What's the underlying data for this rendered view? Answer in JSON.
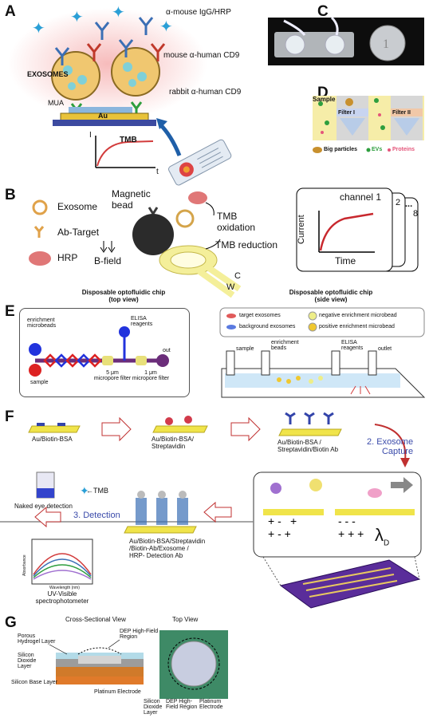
{
  "panels": {
    "A": "A",
    "B": "B",
    "C": "C",
    "D": "D",
    "E": "E",
    "F": "F",
    "G": "G"
  },
  "panel_a": {
    "antibody_labels": [
      "α-mouse IgG/HRP",
      "mouse α-human CD9",
      "rabbit α-human CD9"
    ],
    "exosomes_label": "EXOSOMES",
    "mua_label": "MUA",
    "au_label": "Au",
    "tmb_label": "TMB",
    "axis_i": "I",
    "axis_t": "t"
  },
  "panel_b": {
    "legend": [
      "Exosome",
      "Ab-Target",
      "HRP"
    ],
    "magnetic_bead": "Magnetic bead",
    "b_field": "B-field",
    "tmb_oxidation": "TMB oxidation",
    "tmb_reduction": "TMB reduction",
    "electrode_c": "C",
    "electrode_w": "W",
    "channel_title": "channel 1",
    "channel_numbers": [
      "2",
      "8"
    ],
    "ellipsis": "...",
    "current_label": "Current",
    "time_label": "Time"
  },
  "panel_d": {
    "sample": "Sample",
    "filter1": "Filter I",
    "filter2": "Filter II",
    "legend": [
      "Big particles",
      "EVs",
      "Proteins"
    ],
    "colors": {
      "big": "#c8902e",
      "evs": "#2e9e3e",
      "proteins": "#e4557a"
    }
  },
  "panel_e": {
    "top_title": "Disposable optofluidic chip\n(top view)",
    "side_title": "Disposable optofluidic chip\n(side view)",
    "enrichment": "enrichment\nmicrobeads",
    "elisa": "ELISA\nreagents",
    "out": "out",
    "sample": "sample",
    "filter5": "5 μm\nmicropore filter",
    "filter1": "1 μm\nmicropore filter",
    "legend": [
      "target exosomes",
      "background exosomes",
      "negative enrichment microbead",
      "positive enrichment microbead"
    ],
    "side_labels": [
      "sample",
      "enrichment\nbeads",
      "ELISA\nreagents",
      "outlet"
    ]
  },
  "panel_f": {
    "step1": "Au/Biotin-BSA",
    "step2": "Au/Biotin-BSA/\nStreptavidin",
    "step3": "Au/Biotin-BSA /\nStreptavidin/Biotin Ab",
    "capture": "2. Exosome\nCapture",
    "lambda": "λ",
    "lambda_sub": "D",
    "tmb": "←TMB",
    "naked": "Naked eye detection",
    "detection": "3. Detection",
    "final": "Au/Biotin-BSA/Streptavidin\n/Biotin-Ab/Exosome /\nHRP- Detection Ab",
    "uv": "UV-Visible\nspectrophotometer",
    "plot_ylabel": "Absorbance",
    "plot_xlabel": "Wavelength (nm)"
  },
  "panel_g": {
    "cross_title": "Cross-Sectional View",
    "top_title": "Top View",
    "porous": "Porous\nHydrogel Layer",
    "dep": "DEP High-Field\nRegion",
    "silicon_dioxide": "Silicon\nDioxide\nLayer",
    "silicon_base": "Silicon Base Layer",
    "platinum": "Platinum Electrode",
    "top_sio2": "Silicon\nDioxide\nLayer",
    "top_dep": "DEP High-\nField Region",
    "top_pt": "Platinum\nElectrode"
  }
}
